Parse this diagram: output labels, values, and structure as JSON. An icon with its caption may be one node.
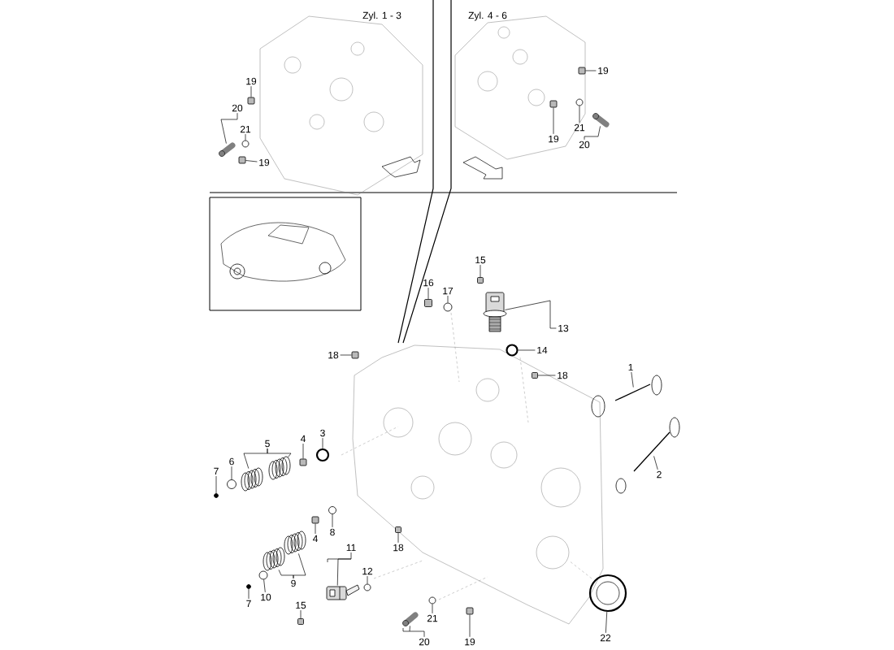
{
  "diagram": {
    "nodes": [
      {
        "text": [
          "19"
        ]
      },
      {
        "text": [
          "20"
        ]
      },
      {
        "text": [
          "21"
        ]
      },
      {
        "text": [
          "19"
        ]
      },
      {
        "text": [
          "19"
        ]
      },
      {
        "text": [
          "19"
        ]
      },
      {
        "text": [
          "21"
        ]
      },
      {
        "text": [
          "20"
        ]
      },
      {
        "text": [
          "16"
        ]
      },
      {
        "text": [
          "17"
        ]
      },
      {
        "text": [
          "15"
        ]
      },
      {
        "text": [
          "13"
        ]
      },
      {
        "text": [
          "14"
        ]
      },
      {
        "text": [
          "18"
        ]
      },
      {
        "text": [
          "18"
        ]
      },
      {
        "text": [
          "1"
        ]
      },
      {
        "text": [
          "2"
        ]
      },
      {
        "text": [
          "3"
        ]
      },
      {
        "text": [
          "4"
        ]
      },
      {
        "text": [
          "5"
        ]
      },
      {
        "text": [
          "6"
        ]
      },
      {
        "text": [
          "7"
        ]
      },
      {
        "text": [
          "8"
        ]
      },
      {
        "text": [
          "4"
        ]
      },
      {
        "text": [
          "9"
        ]
      },
      {
        "text": [
          "10"
        ]
      },
      {
        "text": [
          "7"
        ]
      },
      {
        "text": [
          "11"
        ]
      },
      {
        "text": [
          "12"
        ]
      },
      {
        "text": [
          "15"
        ]
      },
      {
        "text": [
          "18"
        ]
      },
      {
        "text": [
          "21"
        ]
      },
      {
        "text": [
          "20"
        ]
      },
      {
        "text": [
          "19"
        ]
      },
      {
        "text": [
          "22"
        ]
      },
      {
        "text": [],
        "shape": "box"
      },
      {
        "text": [],
        "shape": "picture"
      },
      {
        "text": [],
        "shape": "circle"
      },
      {
        "text": [],
        "shape": "box"
      },
      {
        "text": [],
        "shape": "box"
      },
      {
        "text": [],
        "shape": "box"
      },
      {
        "text": [],
        "shape": "circle"
      },
      {
        "text": [],
        "shape": "picture"
      },
      {
        "text": [],
        "shape": "box"
      },
      {
        "text": [],
        "shape": "circle"
      },
      {
        "text": [],
        "shape": "box"
      },
      {
        "text": [],
        "shape": "picture"
      },
      {
        "text": [],
        "shape": "circle"
      },
      {
        "text": [],
        "shape": "box"
      },
      {
        "text": [],
        "shape": "box"
      },
      {
        "text": [],
        "shape": "picture"
      },
      {
        "text": [],
        "shape": "picture"
      },
      {
        "text": [],
        "shape": "circle"
      },
      {
        "text": [],
        "shape": "box"
      },
      {
        "text": [],
        "shape": "picture"
      },
      {
        "text": [],
        "shape": "picture"
      },
      {
        "text": [],
        "shape": "circle"
      },
      {
        "text": [],
        "shape": "circle"
      },
      {
        "text": [],
        "shape": "circle"
      },
      {
        "text": [],
        "shape": "box"
      },
      {
        "text": [],
        "shape": "picture"
      },
      {
        "text": [],
        "shape": "picture"
      },
      {
        "text": [],
        "shape": "circle"
      },
      {
        "text": [],
        "shape": "circle"
      },
      {
        "text": [],
        "shape": "picture"
      },
      {
        "text": [],
        "shape": "circle"
      },
      {
        "text": [],
        "shape": "box"
      },
      {
        "text": [],
        "shape": "box"
      },
      {
        "text": [],
        "shape": "circle"
      },
      {
        "text": [],
        "shape": "picture"
      },
      {
        "text": [],
        "shape": "box"
      },
      {
        "text": [],
        "shape": "circle"
      }
    ],
    "edges": [
      {
        "from": 0,
        "to": 35,
        "arrow": "none"
      },
      {
        "from": 1,
        "to": 36,
        "arrow": "none"
      },
      {
        "from": 2,
        "to": 37,
        "arrow": "none"
      },
      {
        "from": 3,
        "to": 38,
        "arrow": "none"
      },
      {
        "from": 4,
        "to": 39,
        "arrow": "none"
      },
      {
        "from": 5,
        "to": 40,
        "arrow": "none"
      },
      {
        "from": 6,
        "to": 41,
        "arrow": "none"
      },
      {
        "from": 7,
        "to": 42,
        "arrow": "none"
      },
      {
        "from": 8,
        "to": 43,
        "arrow": "none"
      },
      {
        "from": 9,
        "to": 44,
        "arrow": "none"
      },
      {
        "from": 10,
        "to": 45,
        "arrow": "none"
      },
      {
        "from": 11,
        "to": 46,
        "arrow": "none"
      },
      {
        "from": 12,
        "to": 47,
        "arrow": "none"
      },
      {
        "from": 13,
        "to": 48,
        "arrow": "none"
      },
      {
        "from": 14,
        "to": 49,
        "arrow": "none"
      },
      {
        "from": 15,
        "to": 50,
        "arrow": "none"
      },
      {
        "from": 16,
        "to": 51,
        "arrow": "none"
      },
      {
        "from": 17,
        "to": 52,
        "arrow": "none"
      },
      {
        "from": 18,
        "to": 53,
        "arrow": "none"
      },
      {
        "from": 19,
        "to": 54,
        "arrow": "none"
      },
      {
        "from": 19,
        "to": 55,
        "arrow": "none"
      },
      {
        "from": 20,
        "to": 56,
        "arrow": "none"
      },
      {
        "from": 21,
        "to": 57,
        "arrow": "none"
      },
      {
        "from": 22,
        "to": 58,
        "arrow": "none"
      },
      {
        "from": 23,
        "to": 59,
        "arrow": "none"
      },
      {
        "from": 24,
        "to": 60,
        "arrow": "none"
      },
      {
        "from": 24,
        "to": 61,
        "arrow": "none"
      },
      {
        "from": 25,
        "to": 62,
        "arrow": "none"
      },
      {
        "from": 26,
        "to": 63,
        "arrow": "none"
      },
      {
        "from": 27,
        "to": 64,
        "arrow": "none"
      },
      {
        "from": 28,
        "to": 65,
        "arrow": "none"
      },
      {
        "from": 29,
        "to": 66,
        "arrow": "none"
      },
      {
        "from": 30,
        "to": 67,
        "arrow": "none"
      },
      {
        "from": 31,
        "to": 68,
        "arrow": "none"
      },
      {
        "from": 32,
        "to": 69,
        "arrow": "none"
      },
      {
        "from": 33,
        "to": 70,
        "arrow": "none"
      },
      {
        "from": 34,
        "to": 71,
        "arrow": "none"
      }
    ],
    "labels": [
      "Zyl. 1 - 3",
      "Zyl. 4 - 6"
    ]
  }
}
